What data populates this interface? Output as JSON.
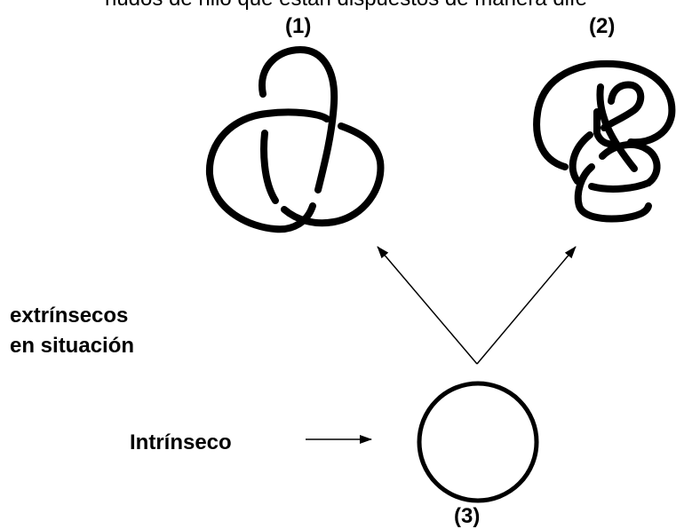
{
  "header": {
    "text": "nudos de hilo que están dispuestos de manera dife"
  },
  "labels": {
    "knot1": "(1)",
    "knot2": "(2)",
    "circle": "(3)"
  },
  "side": {
    "extrinsic_line1": "extrínsecos",
    "extrinsic_line2": "en situación",
    "intrinsic": "Intrínseco"
  },
  "colors": {
    "ink": "#000000",
    "background": "#ffffff"
  }
}
